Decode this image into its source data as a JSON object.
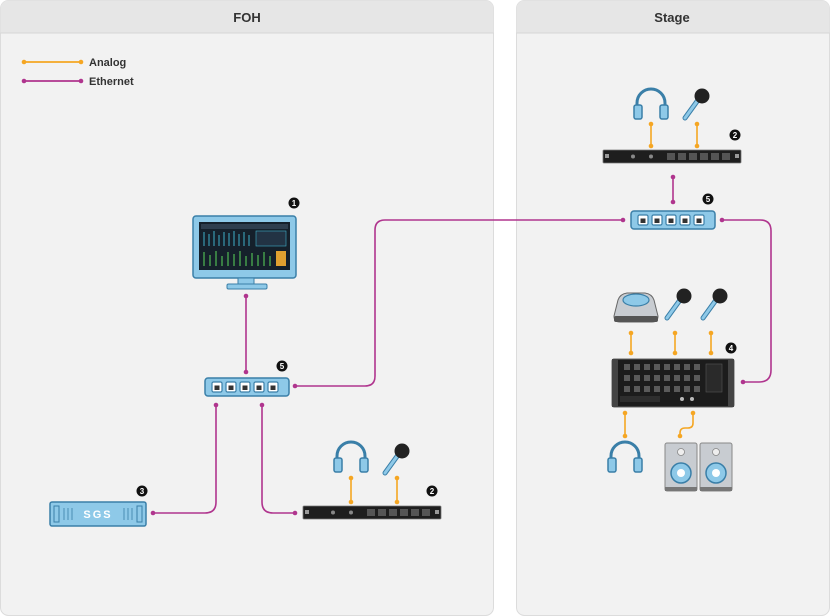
{
  "panels": {
    "foh_title": "FOH",
    "stage_title": "Stage"
  },
  "legend": {
    "analog": "Analog",
    "ethernet": "Ethernet"
  },
  "badges": {
    "console": "1",
    "stagebox": "2",
    "sgs": "3",
    "mixrack": "4",
    "switch": "5"
  },
  "sgs_label": "SGS",
  "colors": {
    "analog": "#F5A623",
    "ethernet": "#B0358E",
    "device_blue": "#8EC9E8",
    "device_outline": "#3A7FA8",
    "panel_bg": "#F2F2F2",
    "panel_header": "#E6E6E6"
  }
}
